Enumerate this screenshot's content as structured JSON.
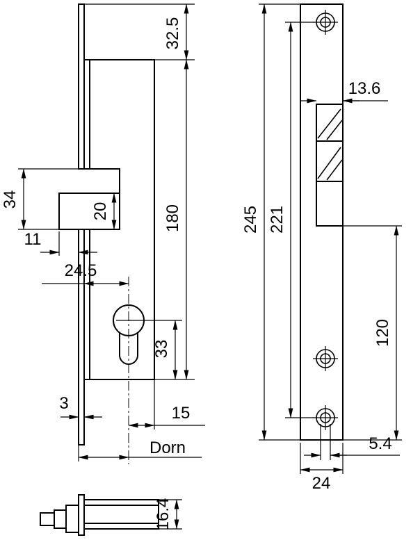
{
  "page": {
    "background": "#ffffff",
    "line_color": "#000000"
  },
  "dims": {
    "d32_5": "32.5",
    "d180": "180",
    "d34": "34",
    "d11": "11",
    "d20": "20",
    "d24_5": "24.5",
    "d33": "33",
    "d3": "3",
    "d15": "15",
    "dorn": "Dorn",
    "d16_4": "16.4",
    "d245": "245",
    "d221": "221",
    "d120": "120",
    "d13_6": "13.6",
    "d5_4": "5.4",
    "d24": "24"
  }
}
